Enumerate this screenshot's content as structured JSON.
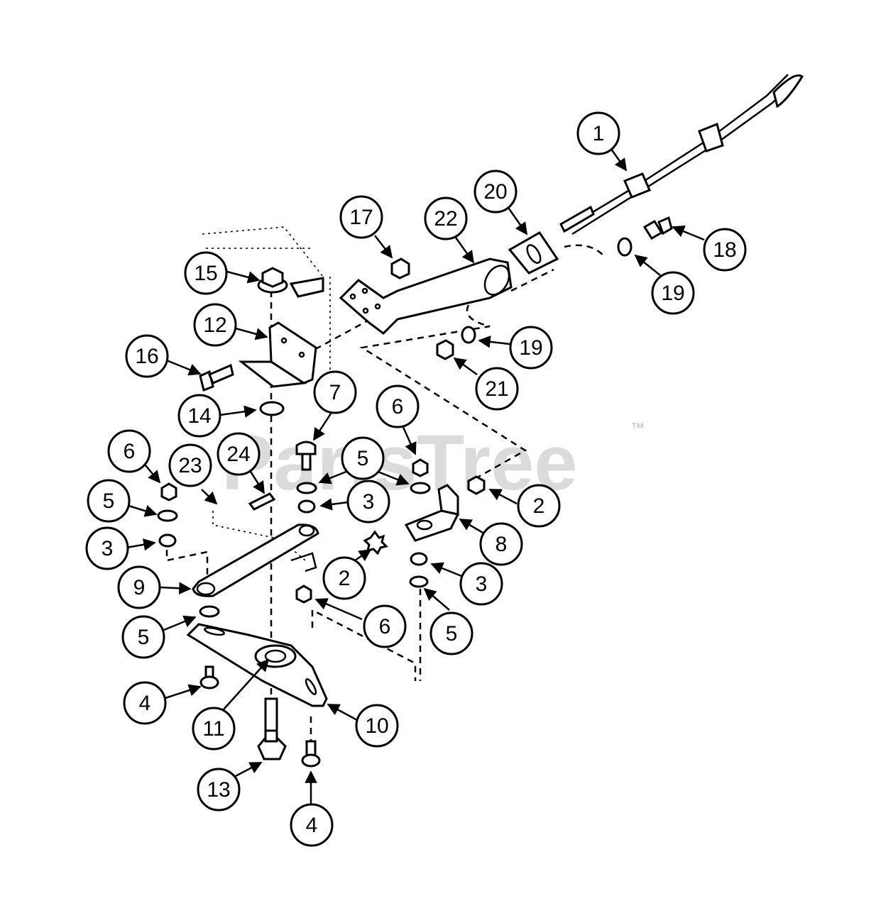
{
  "watermark": {
    "text": "PartsTree",
    "trademark": "™"
  },
  "callouts": [
    {
      "id": "c1",
      "label": "1"
    },
    {
      "id": "c20",
      "label": "20"
    },
    {
      "id": "c22",
      "label": "22"
    },
    {
      "id": "c17",
      "label": "17"
    },
    {
      "id": "c18",
      "label": "18"
    },
    {
      "id": "c19a",
      "label": "19"
    },
    {
      "id": "c19b",
      "label": "19"
    },
    {
      "id": "c21",
      "label": "21"
    },
    {
      "id": "c15",
      "label": "15"
    },
    {
      "id": "c12",
      "label": "12"
    },
    {
      "id": "c16",
      "label": "16"
    },
    {
      "id": "c14",
      "label": "14"
    },
    {
      "id": "c7",
      "label": "7"
    },
    {
      "id": "c6a",
      "label": "6"
    },
    {
      "id": "c6b",
      "label": "6"
    },
    {
      "id": "c6c",
      "label": "6"
    },
    {
      "id": "c5a",
      "label": "5"
    },
    {
      "id": "c5b",
      "label": "5"
    },
    {
      "id": "c5c",
      "label": "5"
    },
    {
      "id": "c5d",
      "label": "5"
    },
    {
      "id": "c24",
      "label": "24"
    },
    {
      "id": "c23",
      "label": "23"
    },
    {
      "id": "c3a",
      "label": "3"
    },
    {
      "id": "c3b",
      "label": "3"
    },
    {
      "id": "c3c",
      "label": "3"
    },
    {
      "id": "c2a",
      "label": "2"
    },
    {
      "id": "c2b",
      "label": "2"
    },
    {
      "id": "c8",
      "label": "8"
    },
    {
      "id": "c9",
      "label": "9"
    },
    {
      "id": "c11",
      "label": "11"
    },
    {
      "id": "c10",
      "label": "10"
    },
    {
      "id": "c13",
      "label": "13"
    },
    {
      "id": "c4a",
      "label": "4"
    },
    {
      "id": "c4b",
      "label": "4"
    }
  ]
}
